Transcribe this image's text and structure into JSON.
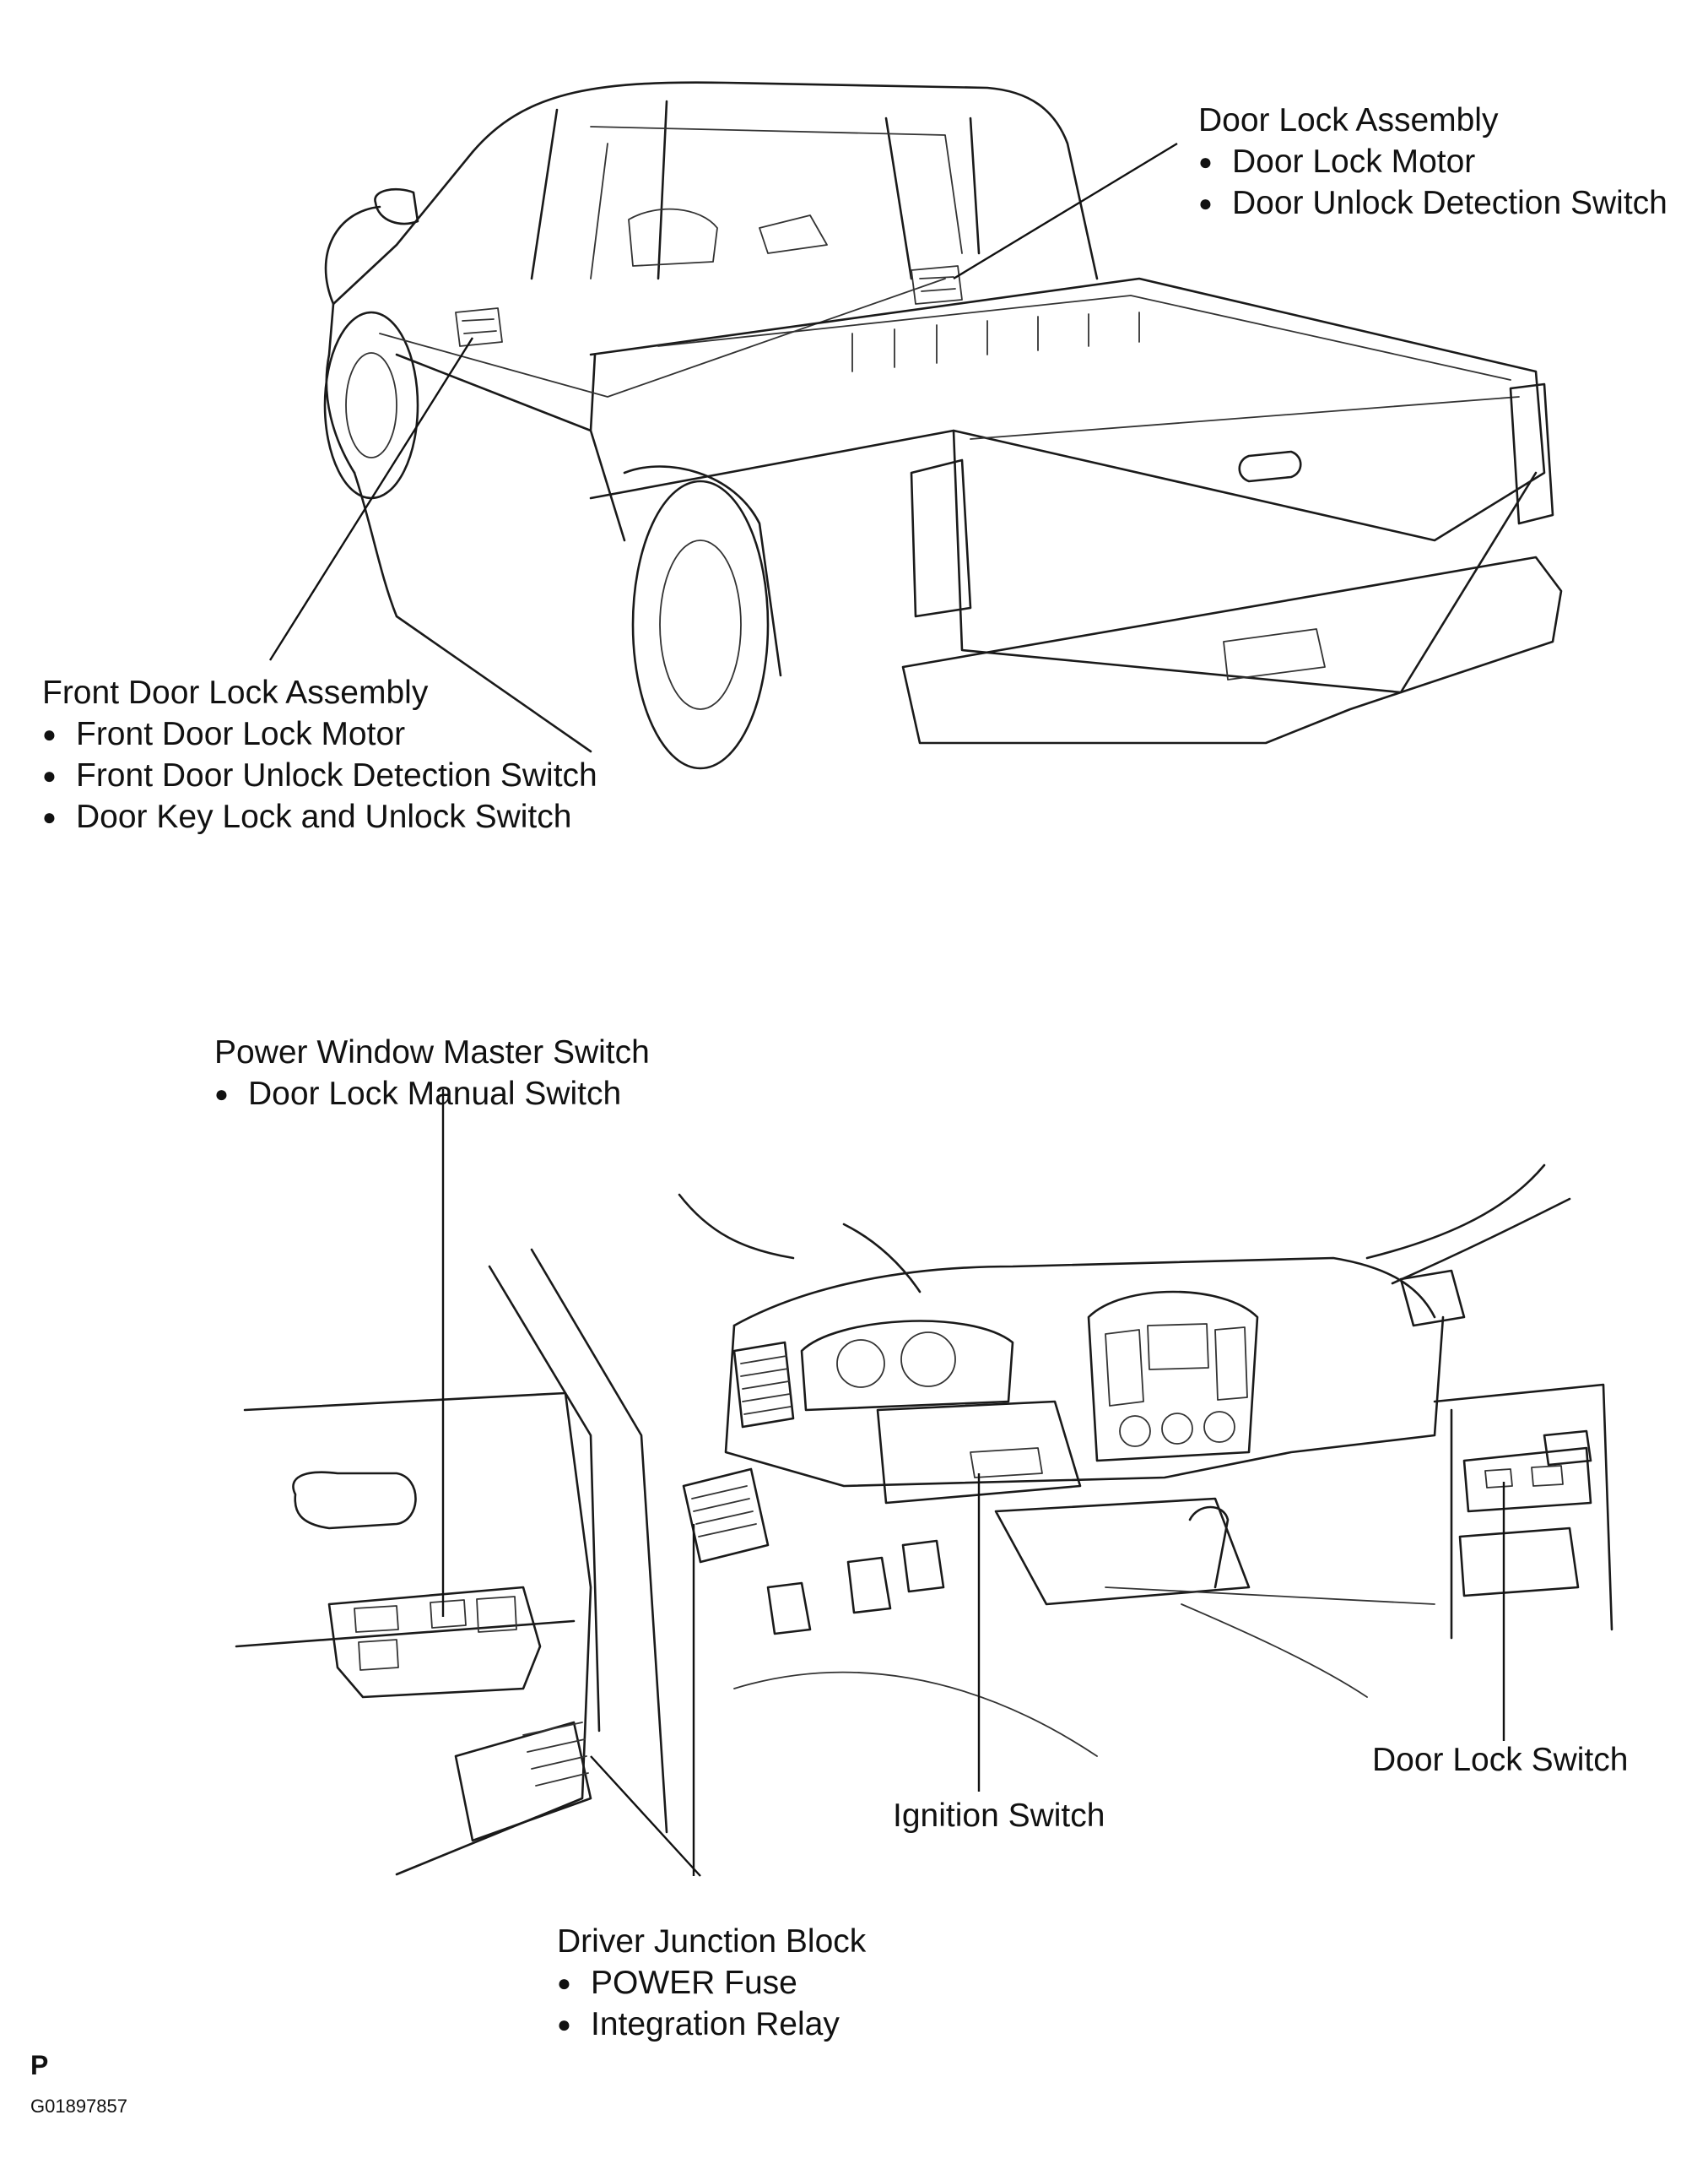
{
  "callouts": {
    "rear_door_lock": {
      "title": "Door Lock Assembly",
      "items": [
        "Door Lock Motor",
        "Door Unlock Detection Switch"
      ]
    },
    "front_door_lock": {
      "title": "Front Door Lock Assembly",
      "items": [
        "Front Door Lock Motor",
        "Front Door Unlock Detection Switch",
        "Door Key Lock and Unlock Switch"
      ]
    },
    "power_window_master": {
      "title": "Power Window Master Switch",
      "items": [
        "Door Lock Manual Switch"
      ]
    },
    "door_lock_switch": {
      "title": "Door Lock Switch"
    },
    "ignition_switch": {
      "title": "Ignition Switch"
    },
    "driver_junction_block": {
      "title": "Driver Junction Block",
      "items": [
        "POWER Fuse",
        "Integration Relay"
      ]
    }
  },
  "footer": {
    "page_letter": "P",
    "figure_id": "G01897857"
  }
}
